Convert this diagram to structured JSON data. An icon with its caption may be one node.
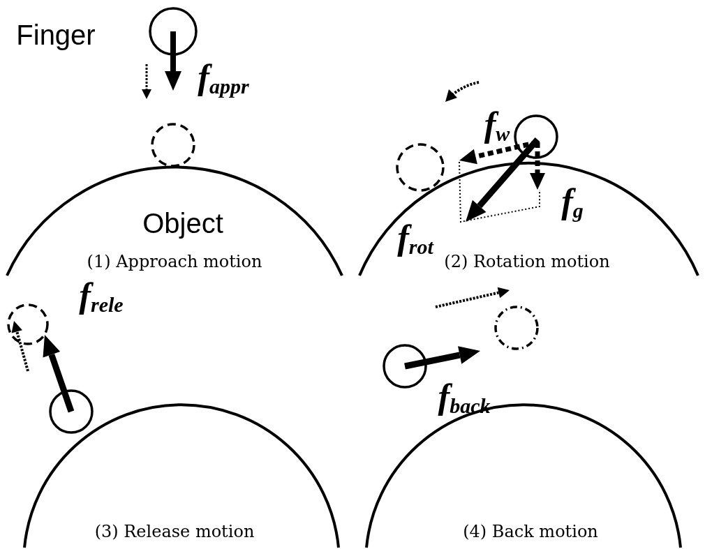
{
  "diagram": {
    "labels": [
      "Finger",
      "f$_{appr}$",
      "Object",
      "(1) Approach motion",
      "f$_{w}$",
      "f$_{g}$",
      "f$_{rot}$",
      "(2) Rotation motion",
      "f$_{rele}$",
      "(3) Release motion",
      "f$_{back}$",
      "(4) Back motion"
    ]
  }
}
